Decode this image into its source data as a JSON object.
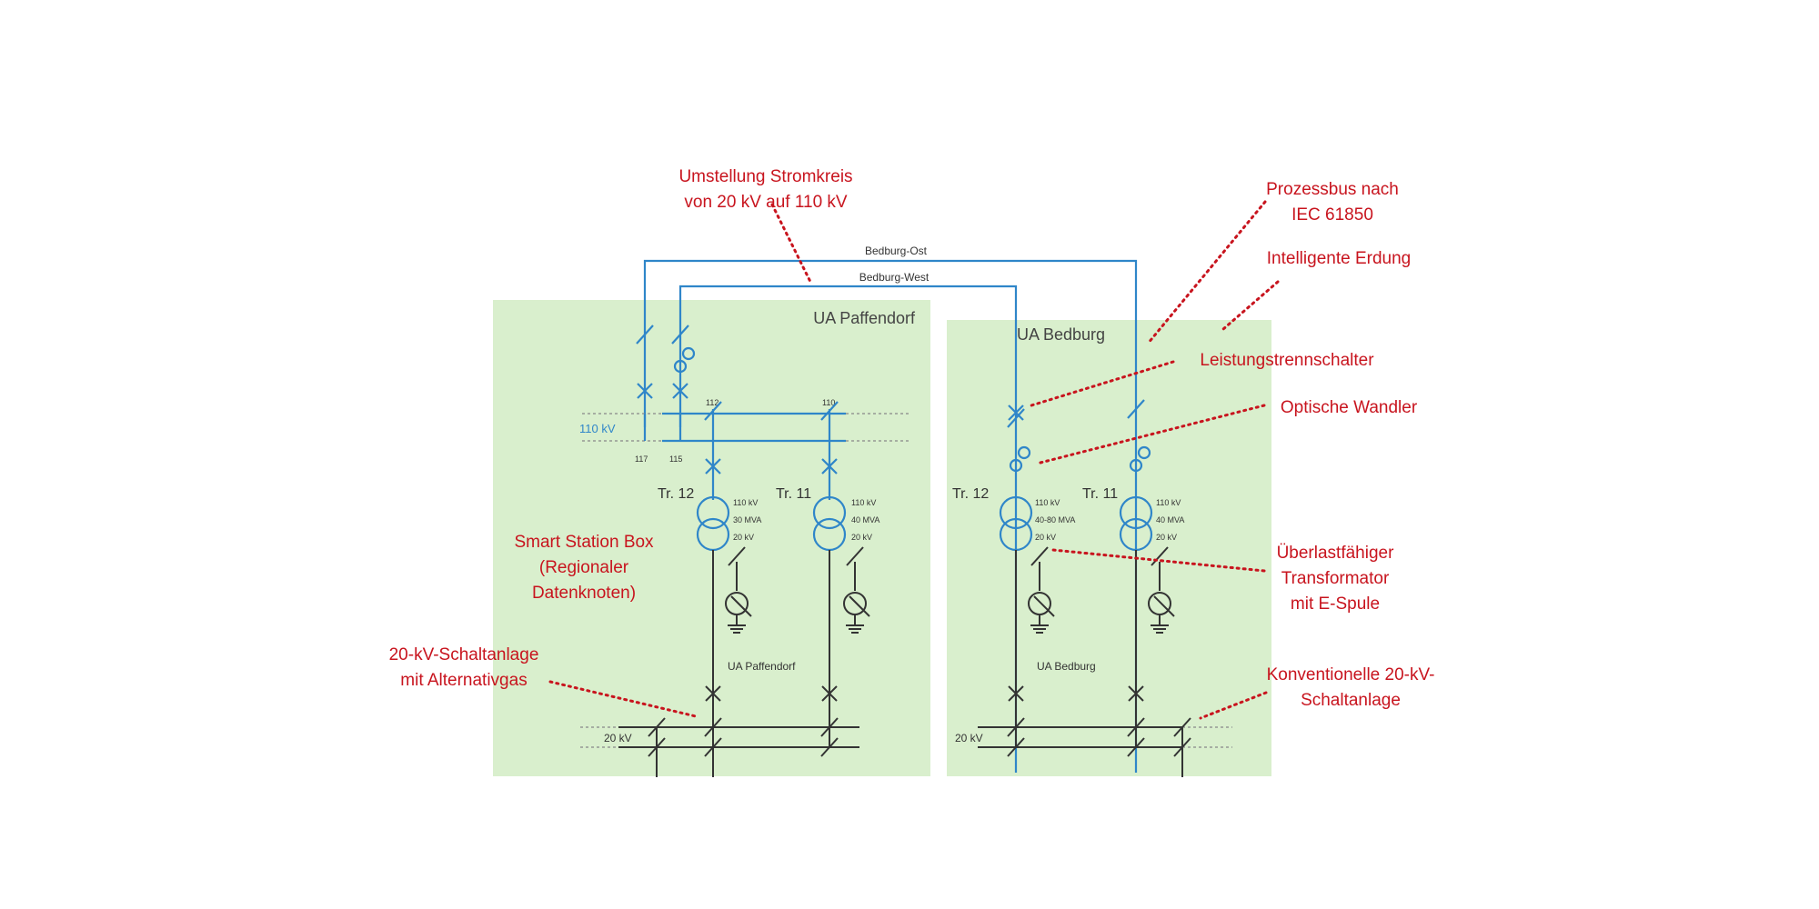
{
  "areas": {
    "paffendorf": "UA Paffendorf",
    "bedburg": "UA Bedburg"
  },
  "lines": {
    "ost": "Bedburg-Ost",
    "west": "Bedburg-West"
  },
  "busbars": {
    "hv_label": "110 kV",
    "mv_label_paff": "20 kV",
    "mv_label_bed": "20 kV",
    "num_117": "117",
    "num_115": "115",
    "num_112": "112",
    "num_110": "110",
    "station_paff": "UA Paffendorf",
    "station_bed": "UA Bedburg"
  },
  "transformers": {
    "paff_tr12": {
      "name": "Tr. 12",
      "v1": "110 kV",
      "p": "30 MVA",
      "v2": "20 kV"
    },
    "paff_tr11": {
      "name": "Tr. 11",
      "v1": "110 kV",
      "p": "40 MVA",
      "v2": "20 kV"
    },
    "bed_tr12": {
      "name": "Tr. 12",
      "v1": "110 kV",
      "p": "40-80 MVA",
      "v2": "20 kV"
    },
    "bed_tr11": {
      "name": "Tr. 11",
      "v1": "110 kV",
      "p": "40 MVA",
      "v2": "20 kV"
    }
  },
  "annotations": {
    "umstellung_l1": "Umstellung Stromkreis",
    "umstellung_l2": "von 20 kV auf 110 kV",
    "prozessbus_l1": "Prozessbus nach",
    "prozessbus_l2": "IEC 61850",
    "erdung": "Intelligente Erdung",
    "leistung": "Leistungstrennschalter",
    "optisch": "Optische Wandler",
    "smart_l1": "Smart Station Box",
    "smart_l2": "(Regionaler",
    "smart_l3": "Datenknoten)",
    "ueberlast_l1": "Überlastfähiger",
    "ueberlast_l2": "Transformator",
    "ueberlast_l3": "mit E-Spule",
    "schalt_l1": "20-kV-Schaltanlage",
    "schalt_l2": "mit Alternativgas",
    "konv_l1": "Konventionelle 20-kV-",
    "konv_l2": "Schaltanlage"
  },
  "colors": {
    "area_fill": "#d9efcd",
    "hv_line": "#2f86c9",
    "annotation": "#c8141e"
  }
}
